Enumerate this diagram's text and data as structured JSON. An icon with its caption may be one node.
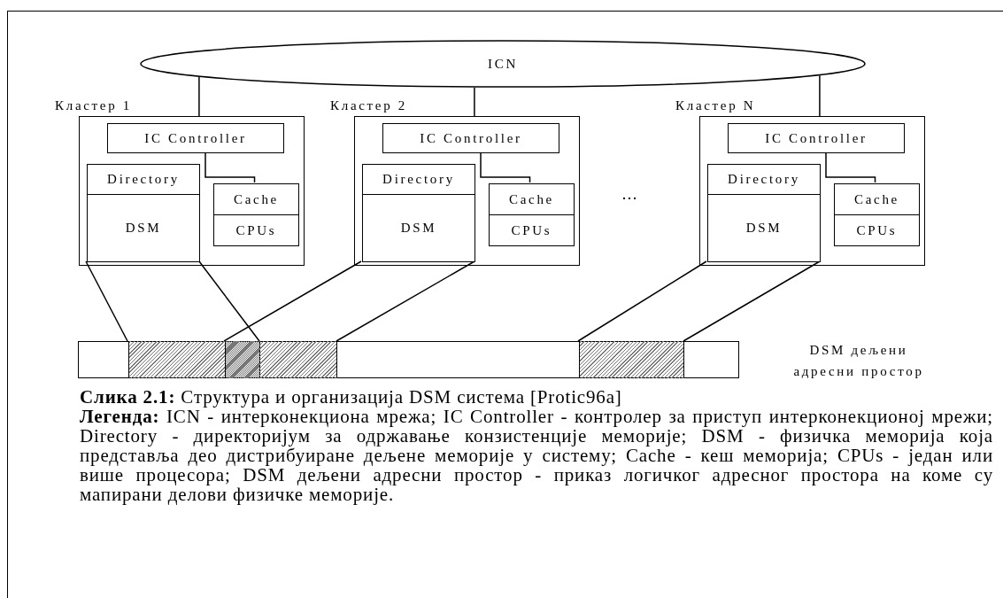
{
  "diagram": {
    "caption": "**Слика 2.1:** Структура и организација DSM система [Protic96a]",
    "nodes": [
      {
        "text": [
          "ICN"
        ]
      },
      {
        "text": [
          "Кластер 1"
        ]
      },
      {
        "text": [
          "IC Controller"
        ],
        "in": 1
      },
      {
        "text": [
          "Directory",
          "DSM"
        ],
        "in": 1
      },
      {
        "text": [
          "Cache",
          "CPUs"
        ],
        "in": 1
      },
      {
        "text": [
          "Кластер 2"
        ]
      },
      {
        "text": [
          "IC Controller"
        ],
        "in": 5
      },
      {
        "text": [
          "Directory",
          "DSM"
        ],
        "in": 5
      },
      {
        "text": [
          "Cache",
          "CPUs"
        ],
        "in": 5
      },
      {
        "text": [
          "Кластер N"
        ]
      },
      {
        "text": [
          "IC Controller"
        ],
        "in": 9
      },
      {
        "text": [
          "Directory",
          "DSM"
        ],
        "in": 9
      },
      {
        "text": [
          "Cache",
          "CPUs"
        ],
        "in": 9
      },
      {
        "text": [],
        "shape": "bar"
      },
      {
        "text": [],
        "shape": "box",
        "in": 13
      },
      {
        "text": [],
        "shape": "box",
        "in": 13
      },
      {
        "text": [],
        "shape": "box",
        "in": 13
      }
    ],
    "edges": [
      {
        "from": 0,
        "to": 1,
        "arrow": "none"
      },
      {
        "from": 0,
        "to": 5,
        "arrow": "none"
      },
      {
        "from": 0,
        "to": 9,
        "arrow": "none"
      },
      {
        "from": 2,
        "to": 4,
        "arrow": "none"
      },
      {
        "from": 6,
        "to": 8,
        "arrow": "none"
      },
      {
        "from": 10,
        "to": 12,
        "arrow": "none"
      },
      {
        "from": 3,
        "to": 14,
        "arrow": "none"
      },
      {
        "from": 3,
        "to": 14,
        "arrow": "none"
      },
      {
        "from": 7,
        "to": 15,
        "arrow": "none"
      },
      {
        "from": 7,
        "to": 15,
        "arrow": "none"
      },
      {
        "from": 11,
        "to": 16,
        "arrow": "none"
      },
      {
        "from": 11,
        "to": 16,
        "arrow": "none"
      }
    ],
    "labels": [
      "…",
      "DSM дељени адресни простор",
      "**Легенда:** ICN - интерконекциона мрежа; IC Controller - контролер за приступ интерконекционој мрежи; Directory - директоријум за одржавање конзистенције меморије; DSM - физичка меморија која представља део дистрибуиране дељене меморије у систему; Cache - кеш меморија; CPUs - један или више процесора; DSM дељени адресни простор - приказ логичког адресног простора на коме су мапирани делови физичке меморије."
    ]
  }
}
